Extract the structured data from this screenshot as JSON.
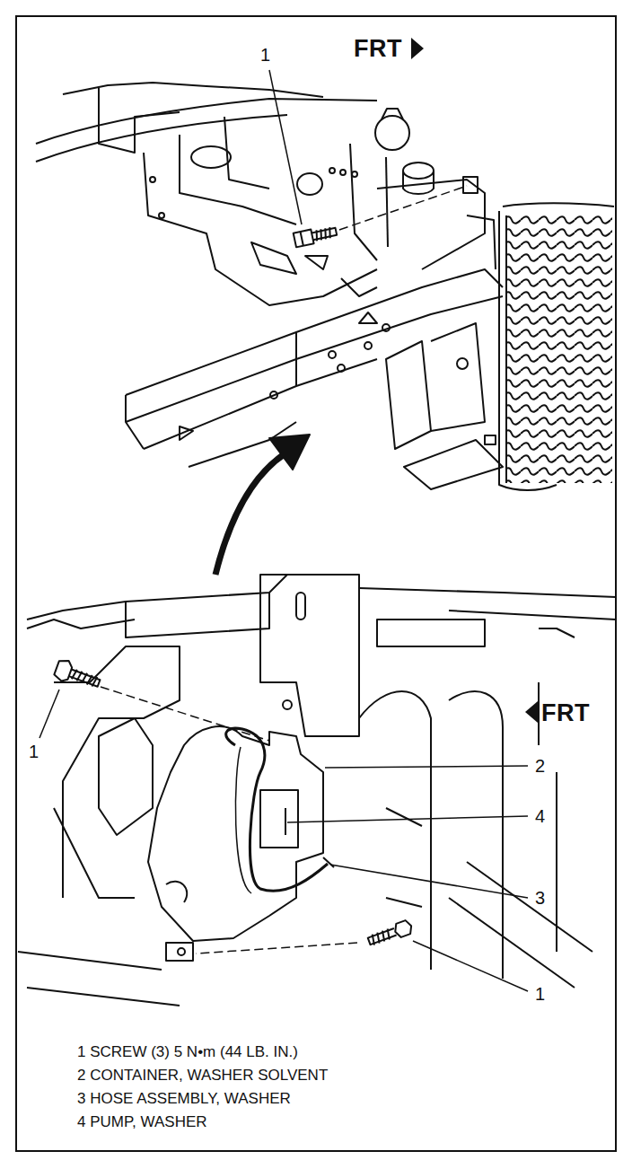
{
  "diagram": {
    "labels": [
      "1",
      "FRT",
      "1",
      "FRT",
      "2",
      "4",
      "3",
      "1",
      "1 SCREW (3) 5 N•m (44 LB. IN.)",
      "2 CONTAINER, WASHER SOLVENT",
      "3 HOSE ASSEMBLY, WASHER",
      "4 PUMP, WASHER"
    ]
  }
}
